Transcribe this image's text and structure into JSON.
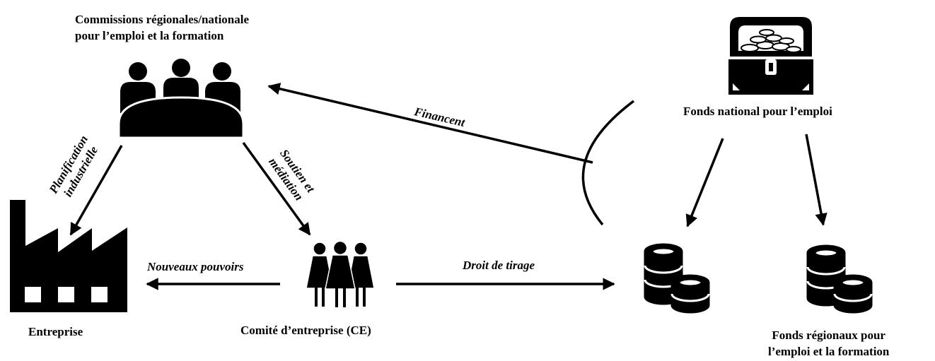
{
  "nodes": {
    "commissions": {
      "label_line1": "Commissions régionales/nationale",
      "label_line2": "pour l’emploi et la formation",
      "icon": "meeting-group-icon"
    },
    "fonds_national": {
      "label": "Fonds national pour l’emploi",
      "icon": "treasure-chest-icon"
    },
    "entreprise": {
      "label": "Entreprise",
      "icon": "factory-icon"
    },
    "ce": {
      "label": "Comité d’entreprise (CE)",
      "icon": "three-women-icon"
    },
    "fonds_regionaux": {
      "label_line1": "Fonds régionaux pour",
      "label_line2": "l’emploi et la formation",
      "icon": "coin-stacks-icon"
    }
  },
  "edges": {
    "financent": "Financent",
    "planification_line1": "Planification",
    "planification_line2": "industrielle",
    "soutien_line1": "Soutien et",
    "soutien_line2": "médiation",
    "nouveaux_pouvoirs": "Nouveaux pouvoirs",
    "droit_de_tirage": "Droit de tirage"
  },
  "colors": {
    "ink": "#000000",
    "background": "#ffffff"
  }
}
